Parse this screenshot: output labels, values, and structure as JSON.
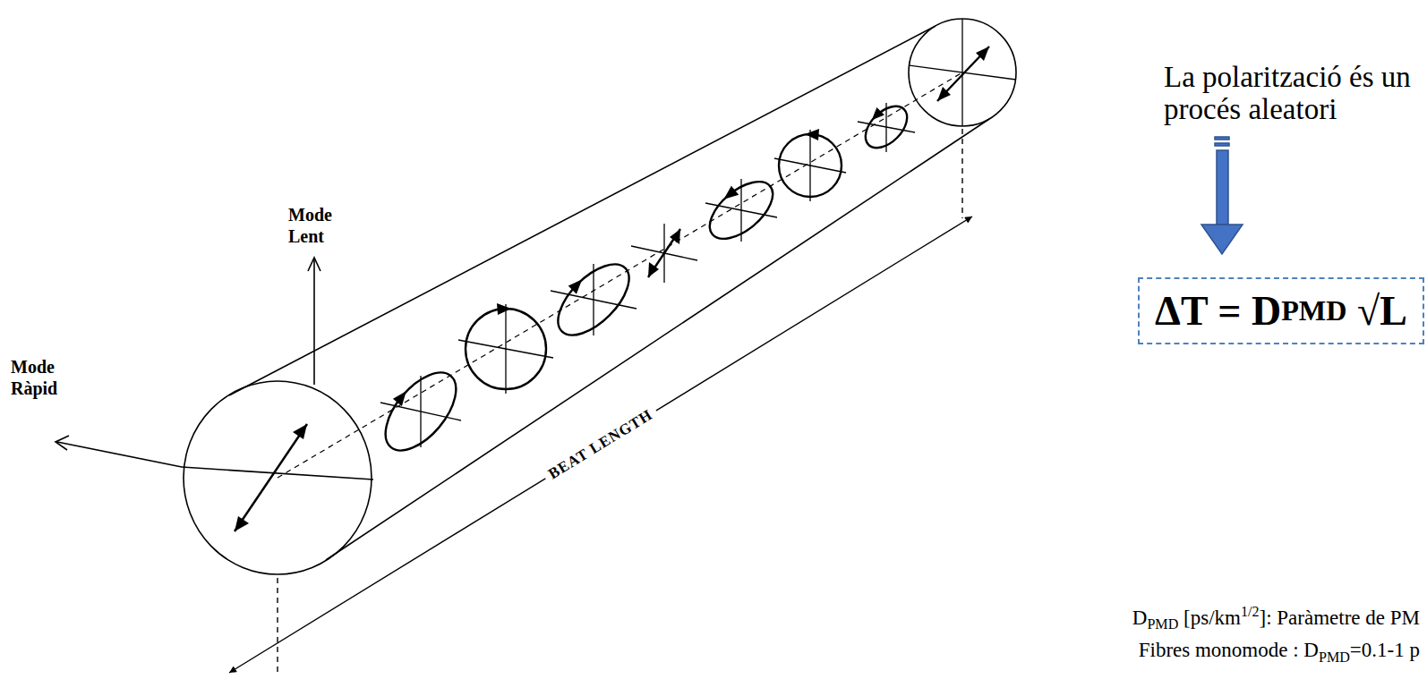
{
  "diagram": {
    "nodes": [
      {
        "text": [
          "ΔT = D",
          "PMD",
          "√L"
        ]
      }
    ],
    "labels": [
      "Mode Lent",
      "Mode Ràpid",
      "BEAT LENGTH",
      "La polarització és un procés aleatori",
      "D",
      "PMD",
      "[ps/km",
      "1/2",
      "]: Paràmetre de PM",
      "Fibres monomode : D",
      "PMD",
      "=0.1-1 p"
    ]
  }
}
